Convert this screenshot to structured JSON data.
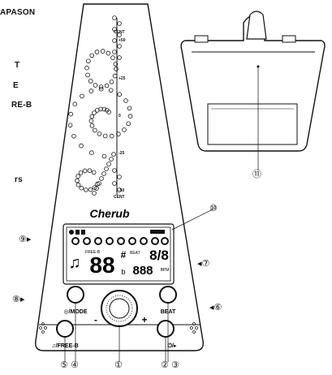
{
  "left_labels": [
    "APASON",
    "T",
    "E",
    "RE-B",
    "rs"
  ],
  "scale": {
    "unit": "CENT",
    "marks": [
      "+50",
      "+25",
      "0",
      "-25",
      "-50"
    ]
  },
  "brand": "Cherub",
  "lcd": {
    "mode_small": "FREE-B",
    "beat_label": "BEAT",
    "beat_value": "8/8",
    "tempo": "888",
    "big_digits": "88",
    "sharp": "#",
    "bpm_label": "BPM",
    "flat_label": "b"
  },
  "buttons": {
    "mode_label": "◎/MODE",
    "beat_label": "BEAT",
    "free_b_label": "♫/FREE-B",
    "power_label": "⏻/▸",
    "minus": "-",
    "plus": "+"
  },
  "callouts": {
    "c1": "①",
    "c2": "②",
    "c3": "③",
    "c4": "④",
    "c5": "⑤",
    "c6": "◂⑥",
    "c7": "◂⑦",
    "c8": "⑧▸",
    "c9": "⑨▸",
    "c10": "⑩",
    "c11": "⑪"
  }
}
